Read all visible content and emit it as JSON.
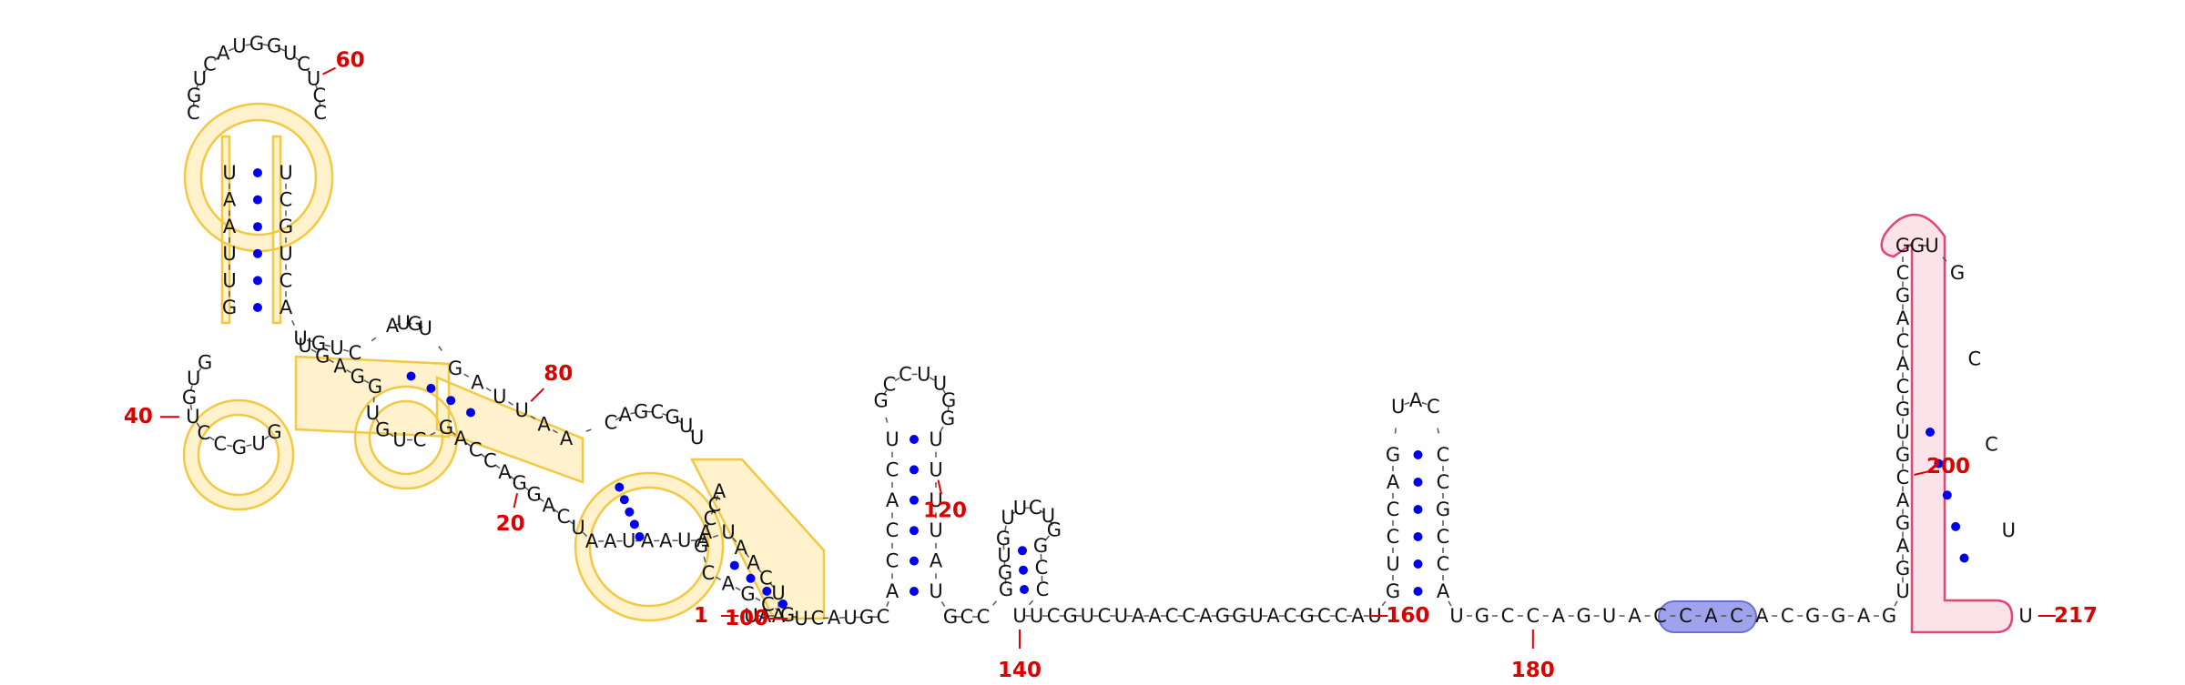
{
  "sequence": "UAAUCAAUAUAAUAAUCAGGACCAGCUGUGGAGUGUGCCUGUGGUUAAUCGUCAUGGUCUCCUCGUCAUGUCAUGUGAUUAACAGCGUUACCAGCAGCGUCAUGCACCACUGCCUUGGUUUUAUGCCGGUGUUCUGGCCUUCGUCUAACCAGGUACGCCAUGUCCAGUACCCGCCAUGCCAGUACCACACGGAGUGAGACGUGCACAGCGGUGCCUUUU",
  "labels": [
    {
      "text": "1",
      "n": 1
    },
    {
      "text": "20",
      "n": 20
    },
    {
      "text": "40",
      "n": 40
    },
    {
      "text": "60",
      "n": 60
    },
    {
      "text": "80",
      "n": 80
    },
    {
      "text": "100",
      "n": 100
    },
    {
      "text": "120",
      "n": 120
    },
    {
      "text": "140",
      "n": 140
    },
    {
      "text": "160",
      "n": 160
    },
    {
      "text": "180",
      "n": 180
    },
    {
      "text": "200",
      "n": 200
    },
    {
      "text": "217",
      "n": 217
    }
  ],
  "colors": {
    "pair_dot": "#0000ee",
    "label": "#dd0000",
    "nucleotide": "#111111",
    "region_yellow_fill": "#fff2cc",
    "region_yellow_stroke": "#f5c842",
    "region_blue_fill": "#9fa3ec",
    "region_blue_stroke": "#6a6fd8",
    "region_pink_fill": "#fbe3e8",
    "region_pink_stroke": "#e2457a"
  }
}
